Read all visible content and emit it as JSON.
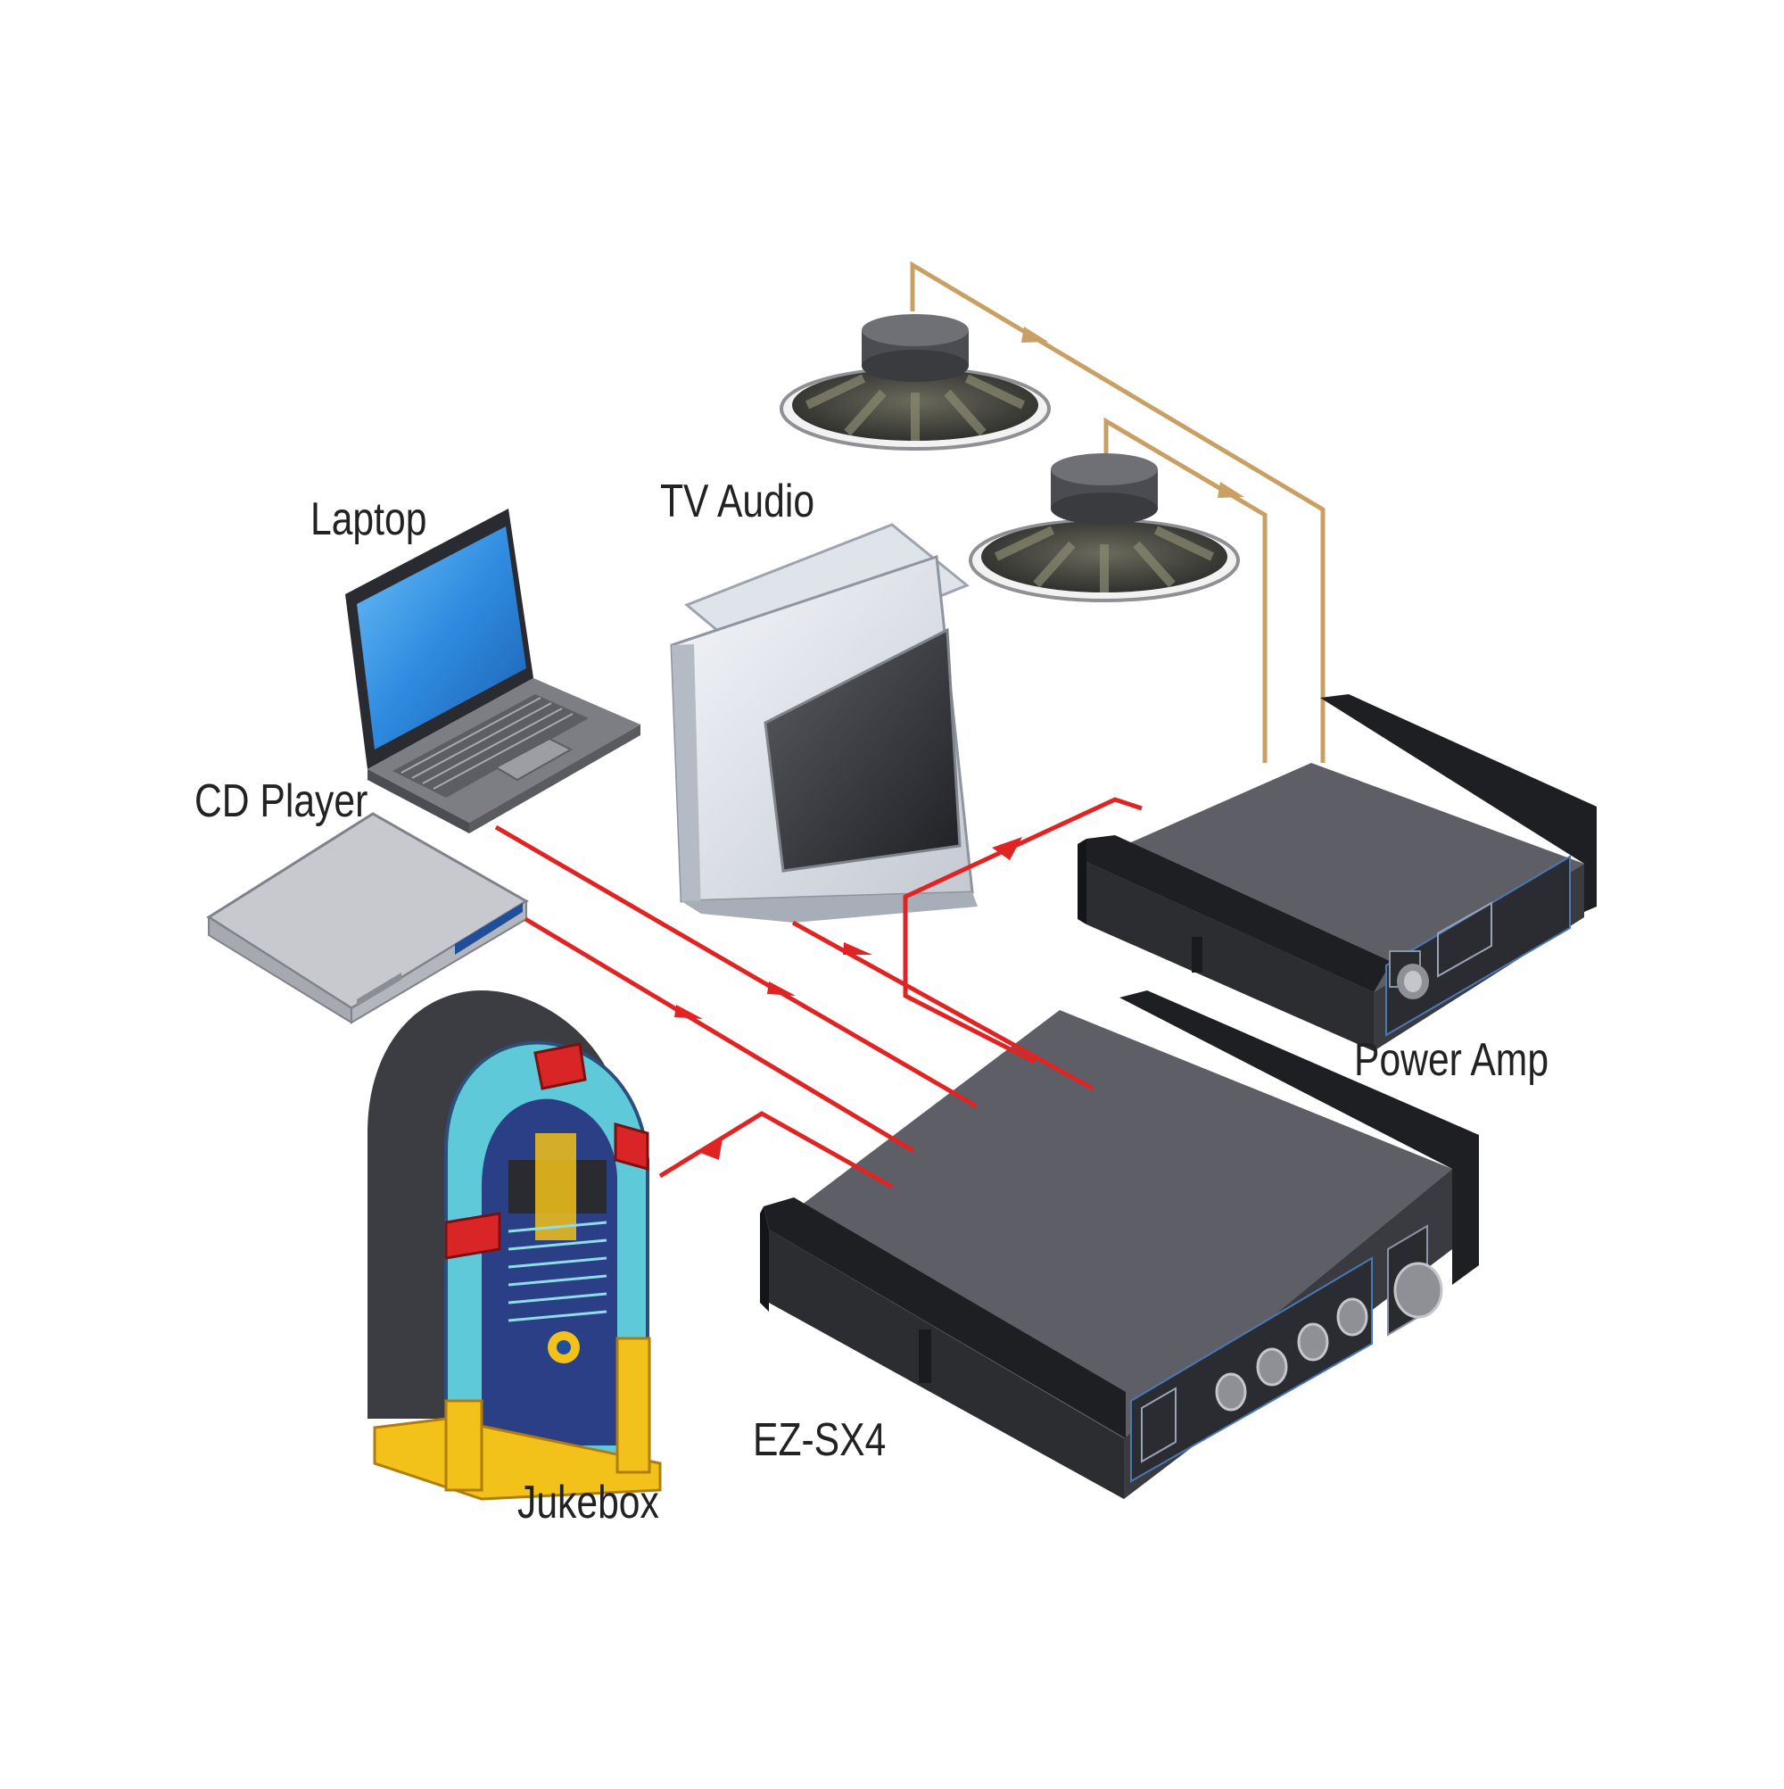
{
  "labels": {
    "laptop": "Laptop",
    "tv_audio": "TV Audio",
    "cd_player": "CD Player",
    "power_amp": "Power Amp",
    "jukebox": "Jukebox",
    "ez_sx4": "EZ-SX4"
  },
  "colors": {
    "signal_line": "#e02424",
    "speaker_line": "#c9a063",
    "device_dark": "#3a3b40",
    "device_top": "#5e5f66",
    "device_black": "#1e1f22",
    "laptop_screen": "#2f8be0",
    "tv_body": "#dfe3ea",
    "jukebox_body": "#3c3d42",
    "jukebox_teal": "#5ec9d8",
    "jukebox_red": "#d92525",
    "jukebox_yellow": "#f2c21a"
  }
}
